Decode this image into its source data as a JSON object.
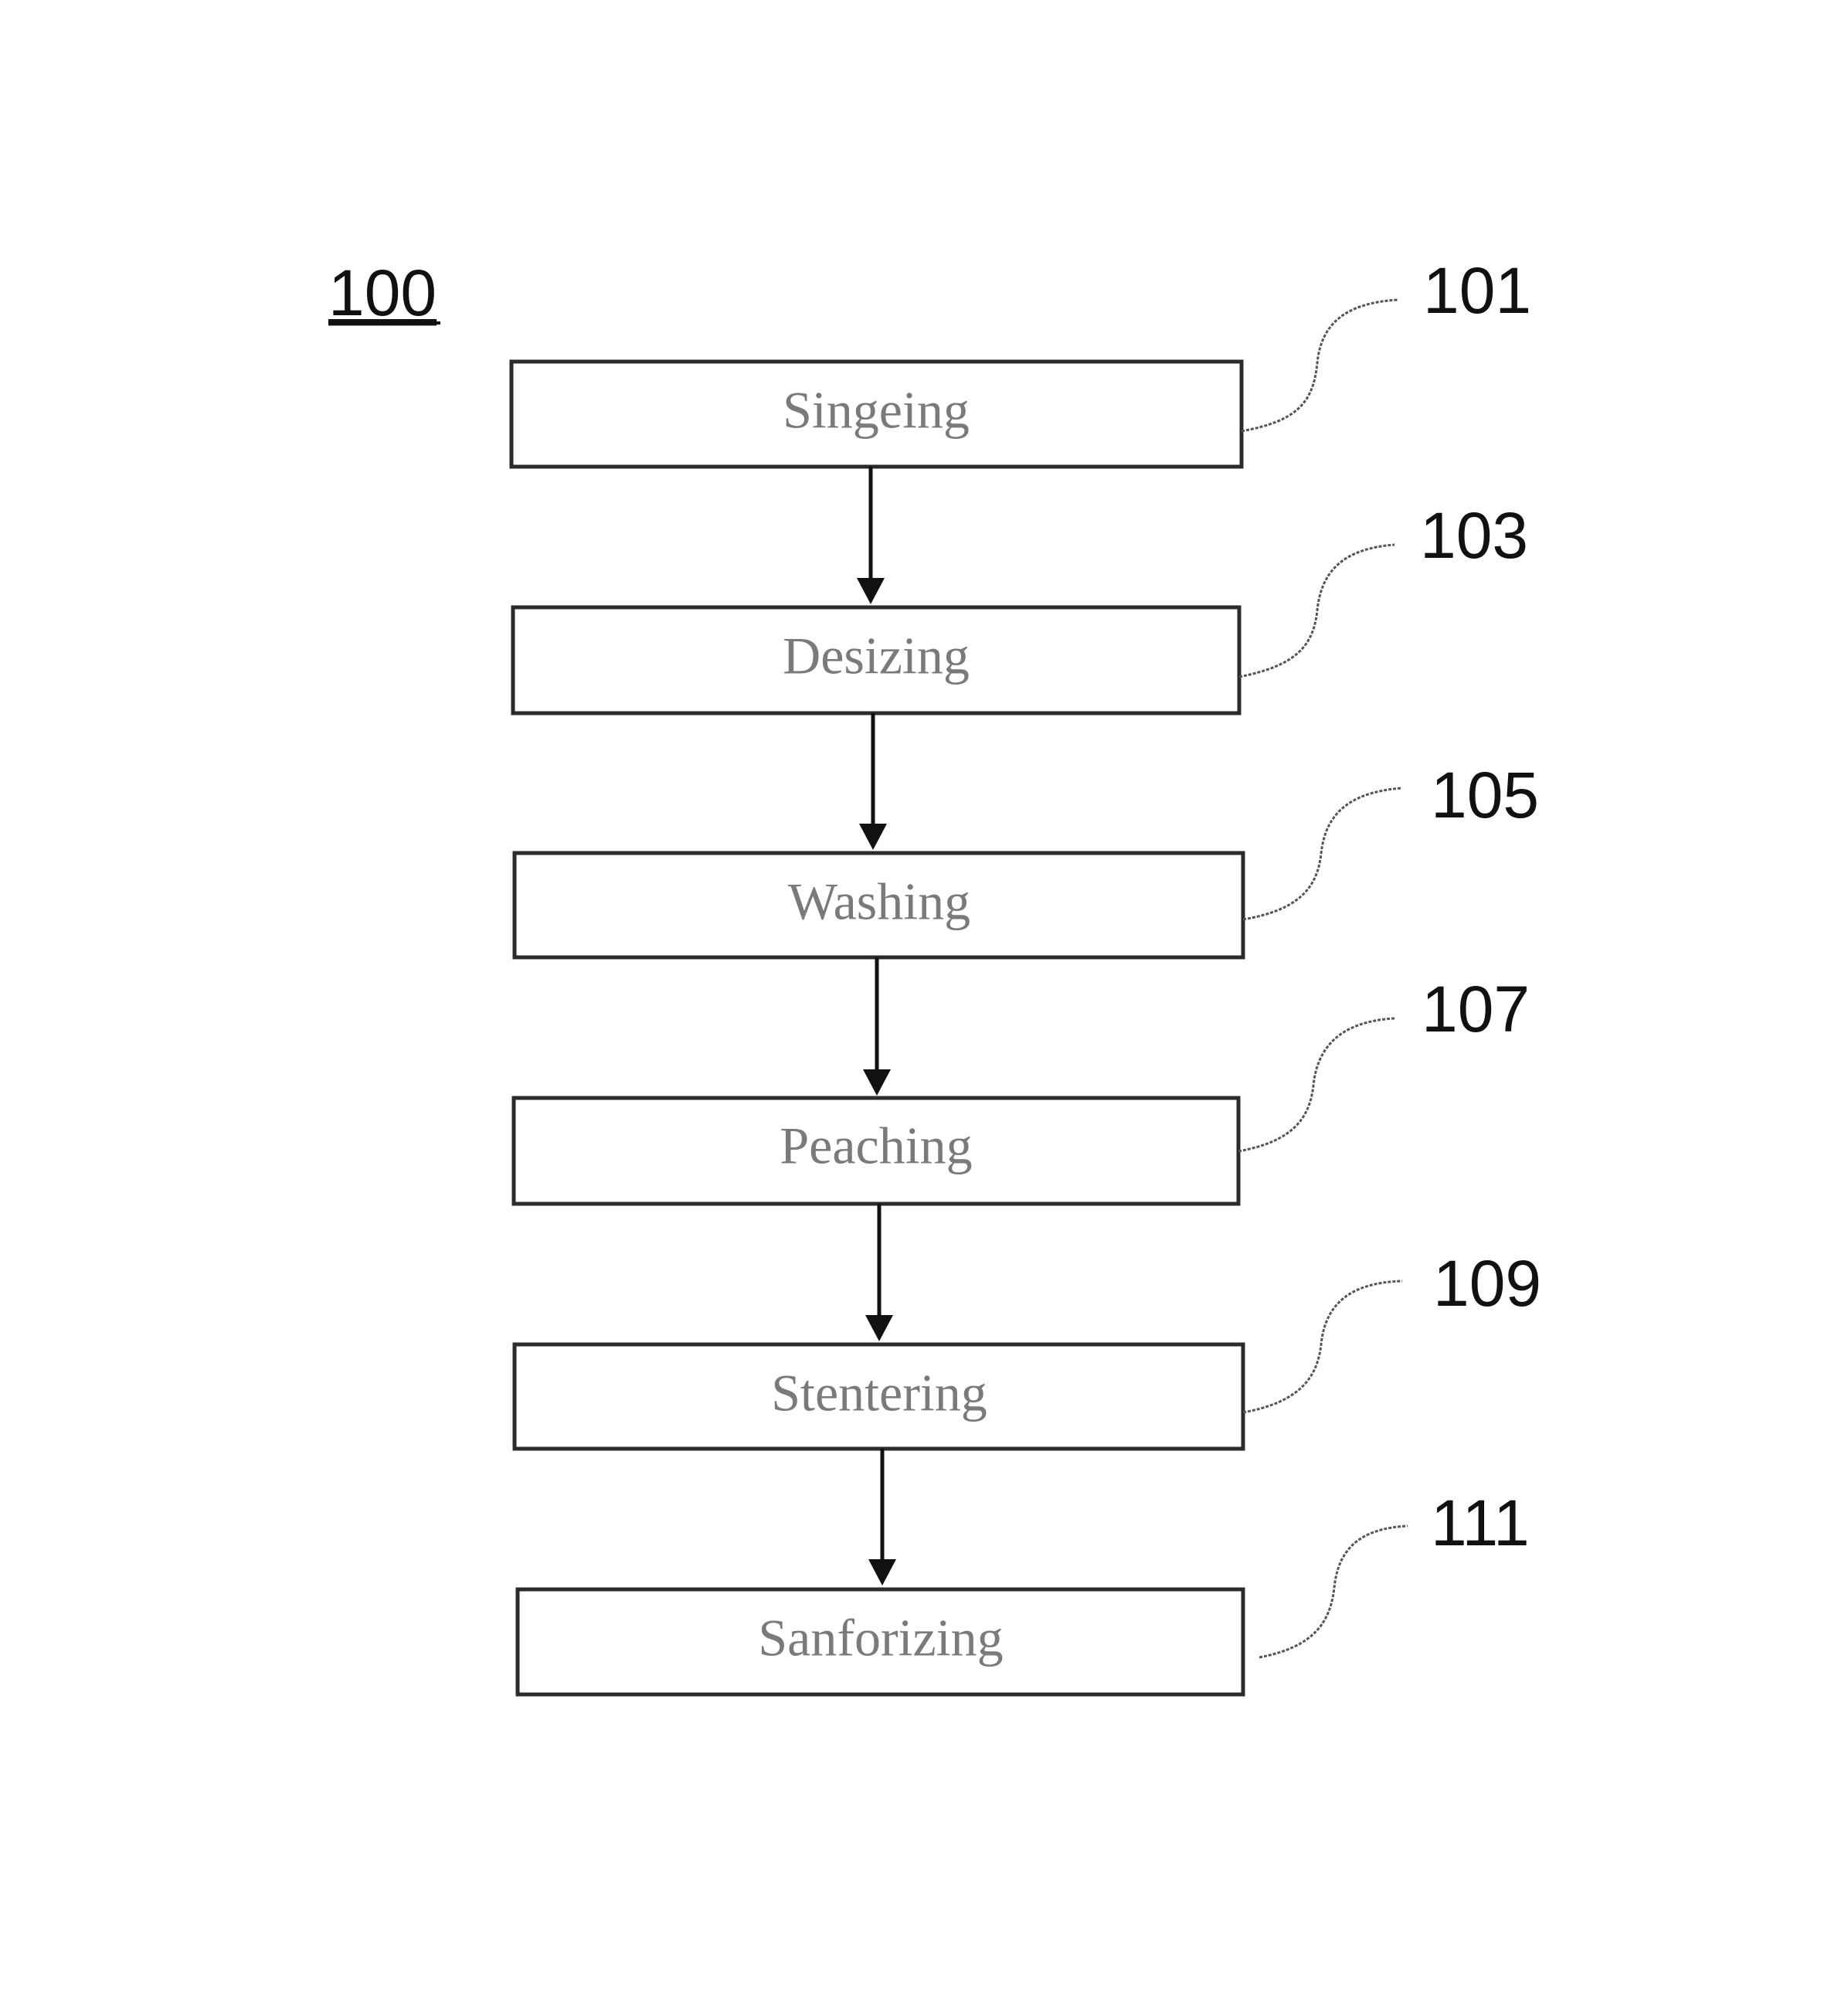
{
  "figure_ref": "100",
  "steps": [
    {
      "label": "Singeing",
      "ref": "101"
    },
    {
      "label": "Desizing",
      "ref": "103"
    },
    {
      "label": "Washing",
      "ref": "105"
    },
    {
      "label": "Peaching",
      "ref": "107"
    },
    {
      "label": "Stentering",
      "ref": "109"
    },
    {
      "label": "Sanforizing",
      "ref": "111"
    }
  ]
}
